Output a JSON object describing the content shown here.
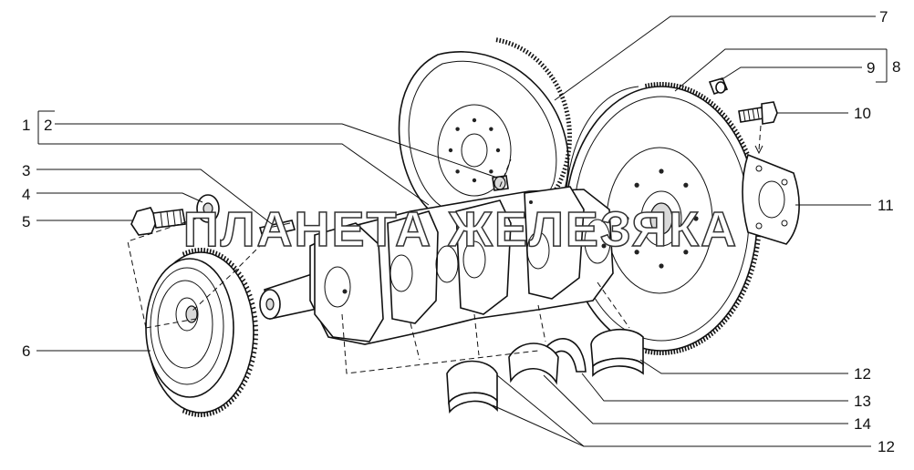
{
  "callouts": [
    {
      "id": "p1",
      "label": "1"
    },
    {
      "id": "p2",
      "label": "2"
    },
    {
      "id": "p3",
      "label": "3"
    },
    {
      "id": "p4",
      "label": "4"
    },
    {
      "id": "p5",
      "label": "5"
    },
    {
      "id": "p6",
      "label": "6"
    },
    {
      "id": "p7",
      "label": "7"
    },
    {
      "id": "p8",
      "label": "8"
    },
    {
      "id": "p9",
      "label": "9"
    },
    {
      "id": "p10",
      "label": "10"
    },
    {
      "id": "p11",
      "label": "11"
    },
    {
      "id": "p12a",
      "label": "12"
    },
    {
      "id": "p13",
      "label": "13"
    },
    {
      "id": "p14",
      "label": "14"
    },
    {
      "id": "p12b",
      "label": "12"
    }
  ],
  "watermark": {
    "text": "ПЛАНЕТА ЖЕЛЕЗЯКА",
    "color": "#ffffff"
  },
  "colors": {
    "line": "#111111",
    "background": "#ffffff",
    "watermark_outline": "#333333"
  }
}
